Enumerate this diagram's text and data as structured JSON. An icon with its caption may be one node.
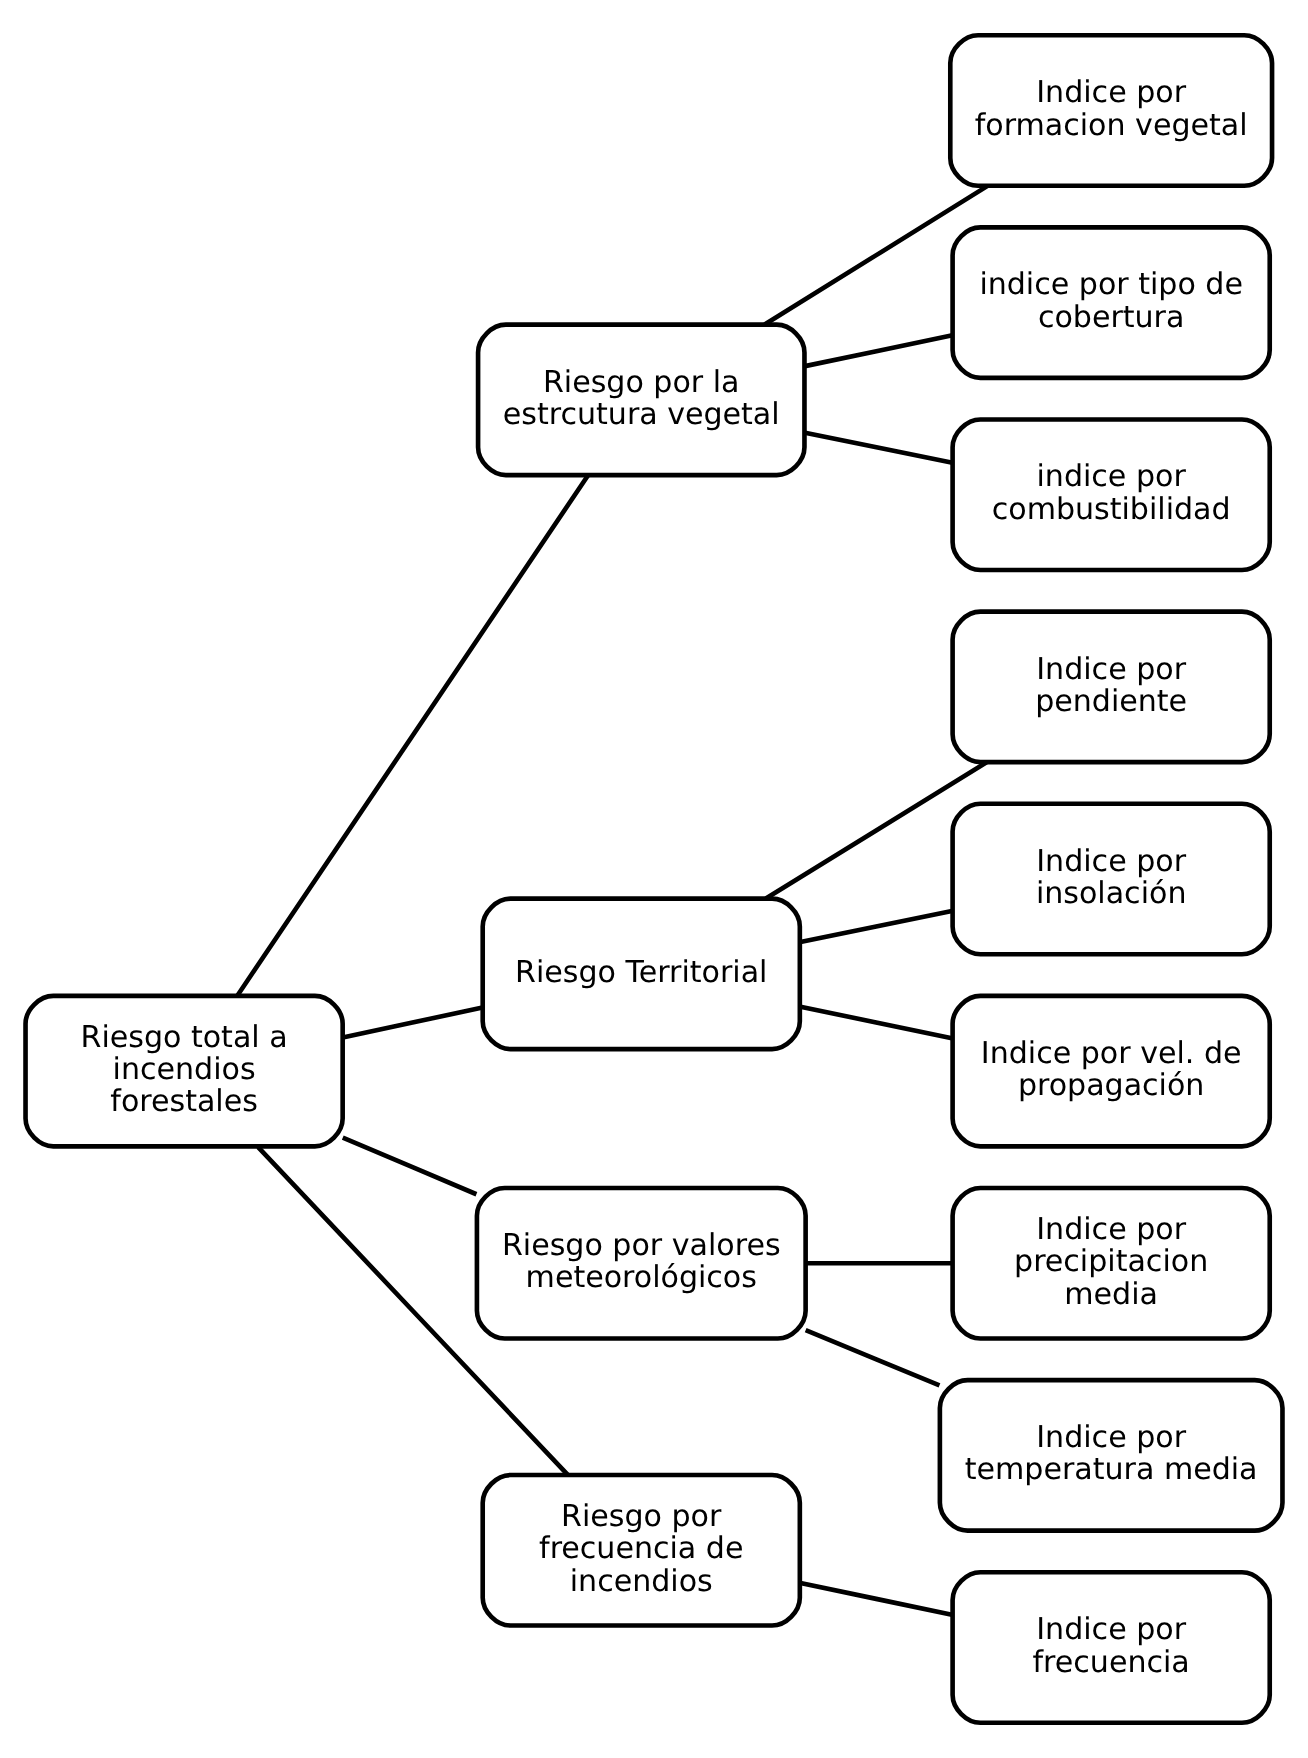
{
  "diagram": {
    "nodes": [
      {
        "text": [
          "Riesgo total a incendios forestales"
        ]
      },
      {
        "text": [
          "Riesgo por la estrcutura vegetal"
        ]
      },
      {
        "text": [
          "Indice por formacion vegetal"
        ]
      },
      {
        "text": [
          "indice por tipo de cobertura"
        ]
      },
      {
        "text": [
          "indice por combustibilidad"
        ]
      },
      {
        "text": [
          "Riesgo Territorial"
        ]
      },
      {
        "text": [
          "Indice por pendiente"
        ]
      },
      {
        "text": [
          "Indice por insolación"
        ]
      },
      {
        "text": [
          "Indice por vel. de propagación"
        ]
      },
      {
        "text": [
          "Riesgo por valores meteorológicos"
        ]
      },
      {
        "text": [
          "Indice por precipitacion media"
        ]
      },
      {
        "text": [
          "Indice por temperatura media"
        ]
      },
      {
        "text": [
          "Riesgo por frecuencia de incendios"
        ]
      },
      {
        "text": [
          "Indice por frecuencia"
        ]
      }
    ],
    "edges": [
      {
        "from": 0,
        "to": 1,
        "arrow": "none"
      },
      {
        "from": 0,
        "to": 5,
        "arrow": "none"
      },
      {
        "from": 0,
        "to": 9,
        "arrow": "none"
      },
      {
        "from": 0,
        "to": 12,
        "arrow": "none"
      },
      {
        "from": 1,
        "to": 2,
        "arrow": "none"
      },
      {
        "from": 1,
        "to": 3,
        "arrow": "none"
      },
      {
        "from": 1,
        "to": 4,
        "arrow": "none"
      },
      {
        "from": 5,
        "to": 6,
        "arrow": "none"
      },
      {
        "from": 5,
        "to": 7,
        "arrow": "none"
      },
      {
        "from": 5,
        "to": 8,
        "arrow": "none"
      },
      {
        "from": 9,
        "to": 10,
        "arrow": "none"
      },
      {
        "from": 9,
        "to": 11,
        "arrow": "none"
      },
      {
        "from": 12,
        "to": 13,
        "arrow": "none"
      }
    ]
  }
}
